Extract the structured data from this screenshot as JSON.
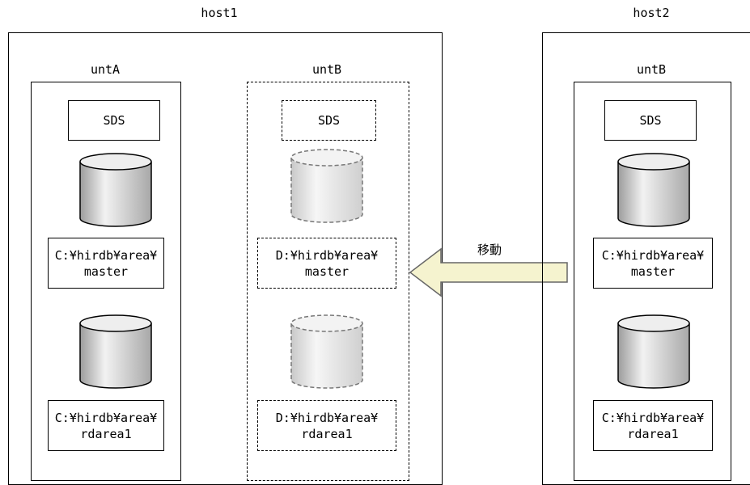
{
  "hosts": [
    {
      "label": "host1",
      "units": [
        {
          "label": "untA",
          "style": "solid",
          "sds": "SDS",
          "areas": [
            {
              "line1": "C:¥hirdb¥area¥",
              "line2": "master"
            },
            {
              "line1": "C:¥hirdb¥area¥",
              "line2": "rdarea1"
            }
          ]
        },
        {
          "label": "untB",
          "style": "dashed",
          "sds": "SDS",
          "areas": [
            {
              "line1": "D:¥hirdb¥area¥",
              "line2": "master"
            },
            {
              "line1": "D:¥hirdb¥area¥",
              "line2": "rdarea1"
            }
          ]
        }
      ]
    },
    {
      "label": "host2",
      "units": [
        {
          "label": "untB",
          "style": "solid",
          "sds": "SDS",
          "areas": [
            {
              "line1": "C:¥hirdb¥area¥",
              "line2": "master"
            },
            {
              "line1": "C:¥hirdb¥area¥",
              "line2": "rdarea1"
            }
          ]
        }
      ]
    }
  ],
  "arrow": {
    "label": "移動",
    "fill": "#f5f3cf",
    "stroke": "#666666"
  },
  "colors": {
    "cylinder_body": "#c8c8c8",
    "cylinder_highlight": "#f2f2f2",
    "cylinder_dashed_body": "#d9d9d9"
  }
}
